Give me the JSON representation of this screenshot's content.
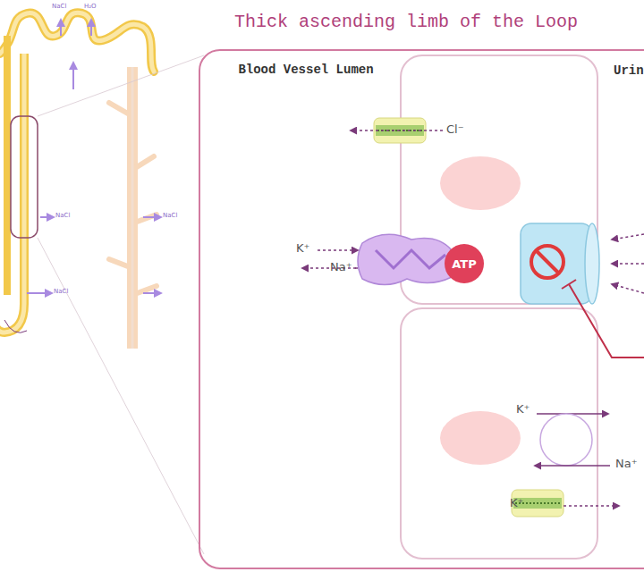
{
  "diagram": {
    "nodes": [
      {
        "text": [
          "Thick ascending limb of the Loop"
        ]
      },
      {
        "text": [
          "ATP"
        ],
        "in": 0
      }
    ],
    "labels": [
      "Blood Vessel Lumen",
      "Urin",
      "Cl⁻",
      "K⁺",
      "Na⁺",
      "K⁺",
      "Na⁺",
      "K⁺",
      "NaCl",
      "H₂O",
      "NaCl",
      "NaCl",
      "NaCl"
    ]
  }
}
